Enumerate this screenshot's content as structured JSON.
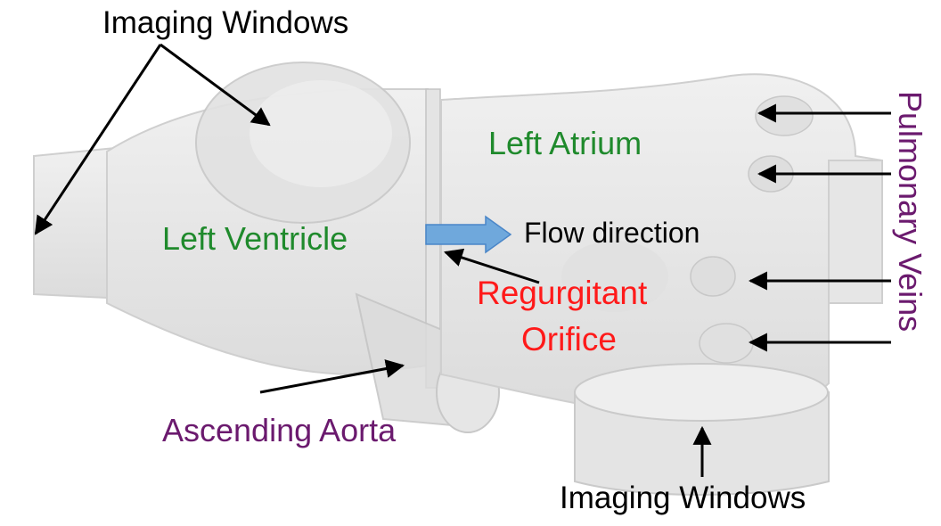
{
  "labels": {
    "imaging_windows_top": "Imaging Windows",
    "imaging_windows_bottom": "Imaging Windows",
    "left_atrium": "Left Atrium",
    "left_ventricle": "Left Ventricle",
    "flow_direction": "Flow direction",
    "regurgitant_line1": "Regurgitant",
    "regurgitant_line2": "Orifice",
    "ascending_aorta": "Ascending Aorta",
    "pulmonary_veins": "Pulmonary Veins"
  },
  "colors": {
    "anatomy_label": "#1f8a2c",
    "orifice_label": "#ff1a1a",
    "vessel_label": "#6b1a6e",
    "flow_arrow": "#6fa8dc",
    "model_fill": "#e9e9e9",
    "model_edge": "#cfcfcf"
  }
}
